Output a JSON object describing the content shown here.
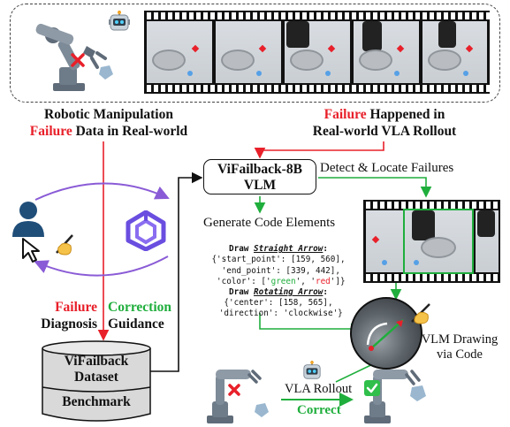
{
  "top_left_caption": {
    "line1": "Robotic Manipulation",
    "line2_red": "Failure",
    "line2_rest": " Data in Real-world"
  },
  "top_right_caption": {
    "line1_red": "Failure",
    "line1_rest": " Happened in",
    "line2": "Real-world VLA Rollout"
  },
  "left_labels": {
    "failure": "Failure",
    "diagnosis": "Diagnosis",
    "correction": "Correction",
    "guidance": "Guidance"
  },
  "dataset": {
    "line1": "ViFailback",
    "line2": "Dataset",
    "line3": "Benchmark"
  },
  "vlm_box": {
    "line1": "ViFailback-8B",
    "line2": "VLM"
  },
  "detect_label": "Detect & Locate Failures",
  "generate_label": "Generate Code Elements",
  "code": {
    "title1_prefix": "Draw ",
    "title1_em": "Straight Arrow",
    "title1_suffix": ":",
    "line1": "{'start_point': [159, 560],",
    "line2": " 'end_point': [339, 442],",
    "line3_pre": " 'color': ['",
    "line3_green": "green",
    "line3_mid": "', '",
    "line3_red": "red",
    "line3_post": "']}",
    "title2_prefix": "Draw ",
    "title2_em": "Rotating Arrow",
    "title2_suffix": ":",
    "line4": "{'center': [158, 565],",
    "line5": " 'direction': 'clockwise'}"
  },
  "vlm_drawing_label": {
    "line1": "VLM Drawing",
    "line2": "via Code"
  },
  "rollout": {
    "label": "VLA Rollout",
    "correct": "Correct"
  },
  "colors": {
    "red": "#e8202a",
    "green": "#1fae3c",
    "purple": "#8a5bd6",
    "robot_gray": "#5f6b78"
  },
  "icons": [
    "robot-arm-failure-icon",
    "robot-face-icon",
    "user-icon",
    "cursor-icon",
    "writing-hand-icon",
    "vla-logo-icon",
    "robot-arm-success-icon",
    "check-icon",
    "database-icon"
  ]
}
